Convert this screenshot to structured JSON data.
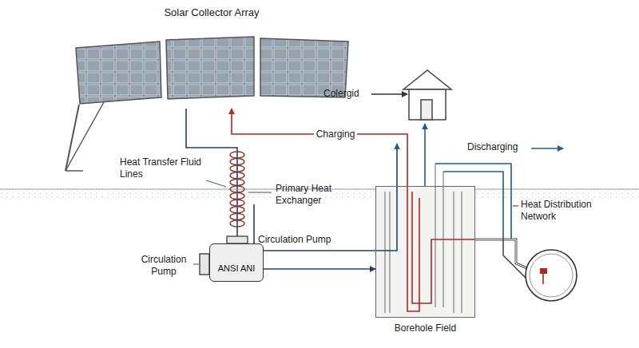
{
  "diagram": {
    "nodes": [
      {
        "text": [
          "Solar Collector Array"
        ]
      },
      {
        "text": [
          "ANSI ANI"
        ]
      },
      {
        "text": [
          "Borehole Field"
        ]
      }
    ],
    "edges": [
      {
        "from": 0,
        "to": 1,
        "arrow": "to"
      },
      {
        "from": 1,
        "to": 2,
        "arrow": "to"
      },
      {
        "from": 2,
        "to": 0,
        "label": "Charging",
        "arrow": "to"
      }
    ],
    "labels": [
      "Heat Transfer Fluid Lines",
      "Primary Heat Exchanger",
      "Circulation Pump",
      "Circulation Pump",
      "Colergid",
      "Discharging",
      "Heat Distribution Network"
    ]
  }
}
